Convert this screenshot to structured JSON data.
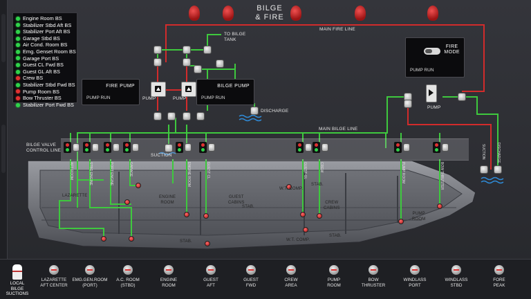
{
  "title": {
    "line1": "BILGE",
    "line2": "& FIRE"
  },
  "legend": [
    {
      "label": "Engine Room BS",
      "status": "green"
    },
    {
      "label": "Stabilizer Stbd Aft BS",
      "status": "green"
    },
    {
      "label": "Stabilizer Port Aft BS",
      "status": "green"
    },
    {
      "label": "Garage Stbd BS",
      "status": "green"
    },
    {
      "label": "Air Cond. Room BS",
      "status": "green"
    },
    {
      "label": "Emg. Genset Room BS",
      "status": "green"
    },
    {
      "label": "Garage Port BS",
      "status": "green"
    },
    {
      "label": "Guest CL Fwd BS",
      "status": "green"
    },
    {
      "label": "Guest GL Aft BS",
      "status": "green"
    },
    {
      "label": "Crew BS",
      "status": "red"
    },
    {
      "label": "Stabilizer Stbd Fwd BS",
      "status": "green"
    },
    {
      "label": "Pump Room BS",
      "status": "red"
    },
    {
      "label": "Bow Thruster BS",
      "status": "red"
    },
    {
      "label": "Stabilizer Port Fwd BS",
      "status": "green"
    }
  ],
  "lines": {
    "main_fire": "MAIN FIRE LINE",
    "main_bilge": "MAIN BILGE LINE",
    "to_bilge_tank": "TO BILGE\nTANK",
    "discharge": "DISCHARGE",
    "suction": "SUCTION",
    "bilge_valve_control": "BILGE VALVE\nCONTROL LINE"
  },
  "panels": {
    "fire_pump": {
      "title": "FIRE PUMP",
      "status": "PUMP RUN",
      "pump_label": "PUMP"
    },
    "bilge_pump": {
      "title": "BILGE PUMP",
      "status": "PUMP RUN",
      "pump_label": "PUMP"
    },
    "fire_mode": {
      "title": "FIRE\nMODE",
      "status": "PUMP RUN"
    },
    "right_pump_label": "PUMP"
  },
  "right_side": {
    "suction": "SUCTION",
    "discharge": "DISCHARGE"
  },
  "hull_rooms": [
    {
      "key": "lazarette",
      "label": "LAZARETTE"
    },
    {
      "key": "engine",
      "label": "ENGINE\nROOM"
    },
    {
      "key": "guest",
      "label": "GUEST\nCABINS"
    },
    {
      "key": "wt1",
      "label": "W.T. COMP."
    },
    {
      "key": "stab1",
      "label": "STAB."
    },
    {
      "key": "crew",
      "label": "CREW\nCABINS"
    },
    {
      "key": "pump",
      "label": "PUMP\nROOM"
    },
    {
      "key": "stab2",
      "label": "STAB."
    },
    {
      "key": "stab3",
      "label": "STAB."
    },
    {
      "key": "wt2",
      "label": "W.T. COMP."
    },
    {
      "key": "stab4",
      "label": "STAB."
    }
  ],
  "hull_tags": [
    "AFT ROOM",
    "STBD ENGINE",
    "PORT ENGINE",
    "GARAGE",
    "ENGINE ROOM",
    "GUEST CL",
    "GUEST GL",
    "CREW",
    "PUMP ROOM",
    "BOW THRUSTER"
  ],
  "bottom": {
    "local": "LOCAL\nBILGE\nSUCTIONS",
    "buttons": [
      "LAZARETTE\nAFT CENTER",
      "EMG.GEN.ROOM\n(PORT)",
      "A.C. ROOM\n(STBD)",
      "ENGINE\nROOM",
      "GUEST\nAFT",
      "GUEST\nFWD",
      "CREW\nAREA",
      "PUMP\nROOM",
      "BOW\nTHRUSTER",
      "WINDLASS\nPORT",
      "WINDLASS\nSTBD",
      "FORE\nPEAK"
    ]
  },
  "colors": {
    "fire_line": "#d22b2b",
    "bilge_line": "#3ec93e",
    "ok": "#2fd34a",
    "alarm": "#e03131"
  }
}
